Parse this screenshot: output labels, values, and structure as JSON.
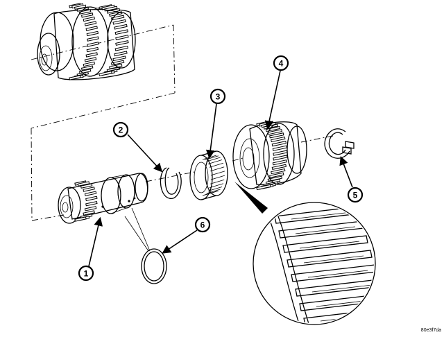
{
  "callouts": [
    {
      "id": "1",
      "label": "1"
    },
    {
      "id": "2",
      "label": "2"
    },
    {
      "id": "3",
      "label": "3"
    },
    {
      "id": "4",
      "label": "4"
    },
    {
      "id": "5",
      "label": "5"
    },
    {
      "id": "6",
      "label": "6"
    }
  ],
  "figure_code": "80e3f7da"
}
